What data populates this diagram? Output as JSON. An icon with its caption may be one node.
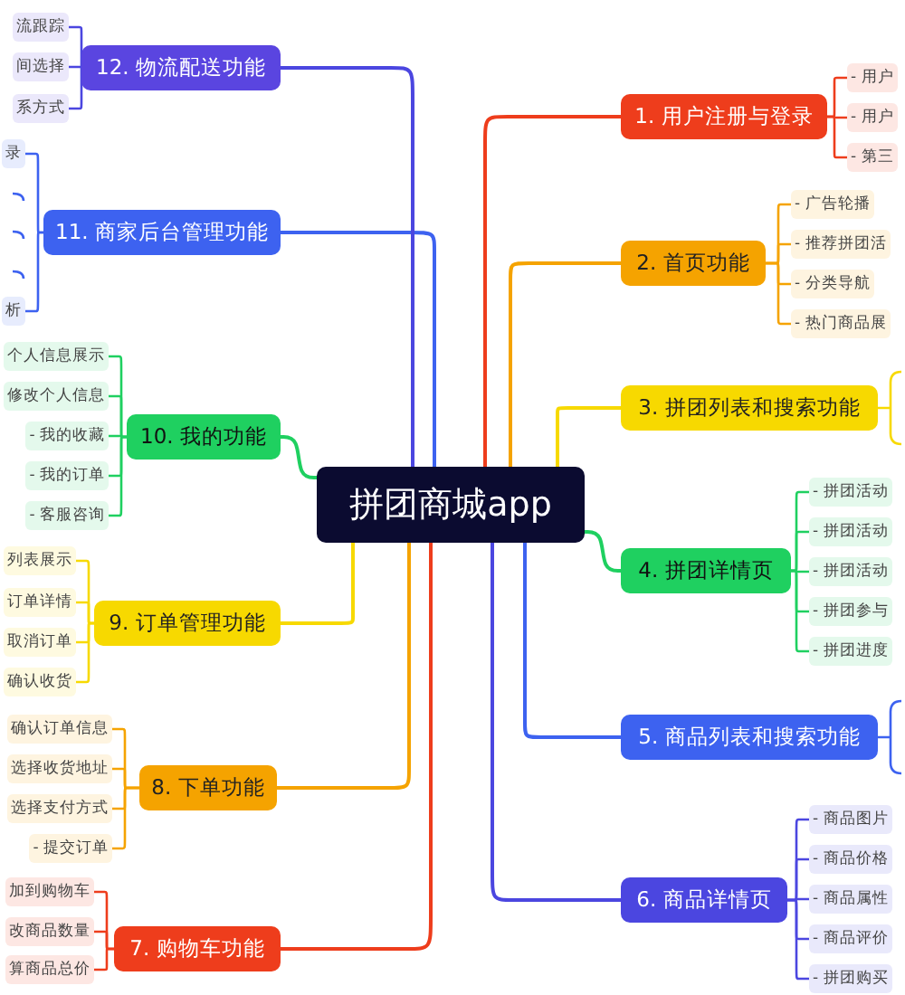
{
  "diagram": {
    "nodes": [
      {
        "text": [
          "拼团商城app"
        ]
      },
      {
        "text": [
          "1. 用户注册与登录"
        ]
      },
      {
        "text": [
          "- 用户"
        ]
      },
      {
        "text": [
          "- 用户"
        ]
      },
      {
        "text": [
          "- 第三"
        ]
      },
      {
        "text": [
          "2. 首页功能"
        ]
      },
      {
        "text": [
          "- 广告轮播"
        ]
      },
      {
        "text": [
          "- 推荐拼团活"
        ]
      },
      {
        "text": [
          "- 分类导航"
        ]
      },
      {
        "text": [
          "- 热门商品展"
        ]
      },
      {
        "text": [
          "3. 拼团列表和搜索功能"
        ]
      },
      {
        "text": [
          "4. 拼团详情页"
        ]
      },
      {
        "text": [
          "- 拼团活动"
        ]
      },
      {
        "text": [
          "- 拼团活动"
        ]
      },
      {
        "text": [
          "- 拼团活动"
        ]
      },
      {
        "text": [
          "- 拼团参与"
        ]
      },
      {
        "text": [
          "- 拼团进度"
        ]
      },
      {
        "text": [
          "5. 商品列表和搜索功能"
        ]
      },
      {
        "text": [
          "6. 商品详情页"
        ]
      },
      {
        "text": [
          "- 商品图片"
        ]
      },
      {
        "text": [
          "- 商品价格"
        ]
      },
      {
        "text": [
          "- 商品属性"
        ]
      },
      {
        "text": [
          "- 商品评价"
        ]
      },
      {
        "text": [
          "- 拼团购买"
        ]
      },
      {
        "text": [
          "7. 购物车功能"
        ]
      },
      {
        "text": [
          "加到购物车"
        ]
      },
      {
        "text": [
          "改商品数量"
        ]
      },
      {
        "text": [
          "算商品总价"
        ]
      },
      {
        "text": [
          "8. 下单功能"
        ]
      },
      {
        "text": [
          "确认订单信息"
        ]
      },
      {
        "text": [
          "选择收货地址"
        ]
      },
      {
        "text": [
          "选择支付方式"
        ]
      },
      {
        "text": [
          "- 提交订单"
        ]
      },
      {
        "text": [
          "9. 订单管理功能"
        ]
      },
      {
        "text": [
          "列表展示"
        ]
      },
      {
        "text": [
          "订单详情"
        ]
      },
      {
        "text": [
          "取消订单"
        ]
      },
      {
        "text": [
          "确认收货"
        ]
      },
      {
        "text": [
          "10. 我的功能"
        ]
      },
      {
        "text": [
          "个人信息展示"
        ]
      },
      {
        "text": [
          "修改个人信息"
        ]
      },
      {
        "text": [
          "- 我的收藏"
        ]
      },
      {
        "text": [
          "- 我的订单"
        ]
      },
      {
        "text": [
          "- 客服咨询"
        ]
      },
      {
        "text": [
          "11. 商家后台管理功能"
        ]
      },
      {
        "text": [
          "录"
        ]
      },
      {
        "text": [
          "析"
        ]
      },
      {
        "text": [
          "12. 物流配送功能"
        ]
      },
      {
        "text": [
          "流跟踪"
        ]
      },
      {
        "text": [
          "间选择"
        ]
      },
      {
        "text": [
          "系方式"
        ]
      }
    ],
    "edges": [
      {
        "from": 0,
        "to": 1,
        "arrow": "none",
        "color": "#ee3d1c"
      },
      {
        "from": 0,
        "to": 5,
        "arrow": "none",
        "color": "#f5a300"
      },
      {
        "from": 0,
        "to": 10,
        "arrow": "none",
        "color": "#f7d900"
      },
      {
        "from": 0,
        "to": 11,
        "arrow": "none",
        "color": "#1fd060"
      },
      {
        "from": 0,
        "to": 17,
        "arrow": "none",
        "color": "#3d62f0"
      },
      {
        "from": 0,
        "to": 18,
        "arrow": "none",
        "color": "#4b46e0"
      },
      {
        "from": 0,
        "to": 24,
        "arrow": "none",
        "color": "#ee3d1c"
      },
      {
        "from": 0,
        "to": 28,
        "arrow": "none",
        "color": "#f5a300"
      },
      {
        "from": 0,
        "to": 33,
        "arrow": "none",
        "color": "#f7d900"
      },
      {
        "from": 0,
        "to": 38,
        "arrow": "none",
        "color": "#1fd060"
      },
      {
        "from": 0,
        "to": 44,
        "arrow": "none",
        "color": "#3d62f0"
      },
      {
        "from": 0,
        "to": 47,
        "arrow": "none",
        "color": "#4b46e0"
      },
      {
        "from": 1,
        "to": 2,
        "arrow": "none",
        "color": "#ee3d1c"
      },
      {
        "from": 1,
        "to": 3,
        "arrow": "none",
        "color": "#ee3d1c"
      },
      {
        "from": 1,
        "to": 4,
        "arrow": "none",
        "color": "#ee3d1c"
      },
      {
        "from": 5,
        "to": 6,
        "arrow": "none",
        "color": "#f5a300"
      },
      {
        "from": 5,
        "to": 7,
        "arrow": "none",
        "color": "#f5a300"
      },
      {
        "from": 5,
        "to": 8,
        "arrow": "none",
        "color": "#f5a300"
      },
      {
        "from": 5,
        "to": 9,
        "arrow": "none",
        "color": "#f5a300"
      },
      {
        "from": 11,
        "to": 12,
        "arrow": "none",
        "color": "#1fd060"
      },
      {
        "from": 11,
        "to": 13,
        "arrow": "none",
        "color": "#1fd060"
      },
      {
        "from": 11,
        "to": 14,
        "arrow": "none",
        "color": "#1fd060"
      },
      {
        "from": 11,
        "to": 15,
        "arrow": "none",
        "color": "#1fd060"
      },
      {
        "from": 11,
        "to": 16,
        "arrow": "none",
        "color": "#1fd060"
      },
      {
        "from": 18,
        "to": 19,
        "arrow": "none",
        "color": "#4b46e0"
      },
      {
        "from": 18,
        "to": 20,
        "arrow": "none",
        "color": "#4b46e0"
      },
      {
        "from": 18,
        "to": 21,
        "arrow": "none",
        "color": "#4b46e0"
      },
      {
        "from": 18,
        "to": 22,
        "arrow": "none",
        "color": "#4b46e0"
      },
      {
        "from": 18,
        "to": 23,
        "arrow": "none",
        "color": "#4b46e0"
      },
      {
        "from": 24,
        "to": 25,
        "arrow": "none",
        "color": "#ee3d1c"
      },
      {
        "from": 24,
        "to": 26,
        "arrow": "none",
        "color": "#ee3d1c"
      },
      {
        "from": 24,
        "to": 27,
        "arrow": "none",
        "color": "#ee3d1c"
      },
      {
        "from": 28,
        "to": 29,
        "arrow": "none",
        "color": "#f5a300"
      },
      {
        "from": 28,
        "to": 30,
        "arrow": "none",
        "color": "#f5a300"
      },
      {
        "from": 28,
        "to": 31,
        "arrow": "none",
        "color": "#f5a300"
      },
      {
        "from": 28,
        "to": 32,
        "arrow": "none",
        "color": "#f5a300"
      },
      {
        "from": 33,
        "to": 34,
        "arrow": "none",
        "color": "#f7d900"
      },
      {
        "from": 33,
        "to": 35,
        "arrow": "none",
        "color": "#f7d900"
      },
      {
        "from": 33,
        "to": 36,
        "arrow": "none",
        "color": "#f7d900"
      },
      {
        "from": 33,
        "to": 37,
        "arrow": "none",
        "color": "#f7d900"
      },
      {
        "from": 38,
        "to": 39,
        "arrow": "none",
        "color": "#1fd060"
      },
      {
        "from": 38,
        "to": 40,
        "arrow": "none",
        "color": "#1fd060"
      },
      {
        "from": 38,
        "to": 41,
        "arrow": "none",
        "color": "#1fd060"
      },
      {
        "from": 38,
        "to": 42,
        "arrow": "none",
        "color": "#1fd060"
      },
      {
        "from": 38,
        "to": 43,
        "arrow": "none",
        "color": "#1fd060"
      },
      {
        "from": 44,
        "to": 45,
        "arrow": "none",
        "color": "#3d62f0"
      },
      {
        "from": 44,
        "to": 46,
        "arrow": "none",
        "color": "#3d62f0"
      },
      {
        "from": 47,
        "to": 48,
        "arrow": "none",
        "color": "#4b46e0"
      },
      {
        "from": 47,
        "to": 49,
        "arrow": "none",
        "color": "#4b46e0"
      },
      {
        "from": 47,
        "to": 50,
        "arrow": "none",
        "color": "#4b46e0"
      }
    ]
  }
}
